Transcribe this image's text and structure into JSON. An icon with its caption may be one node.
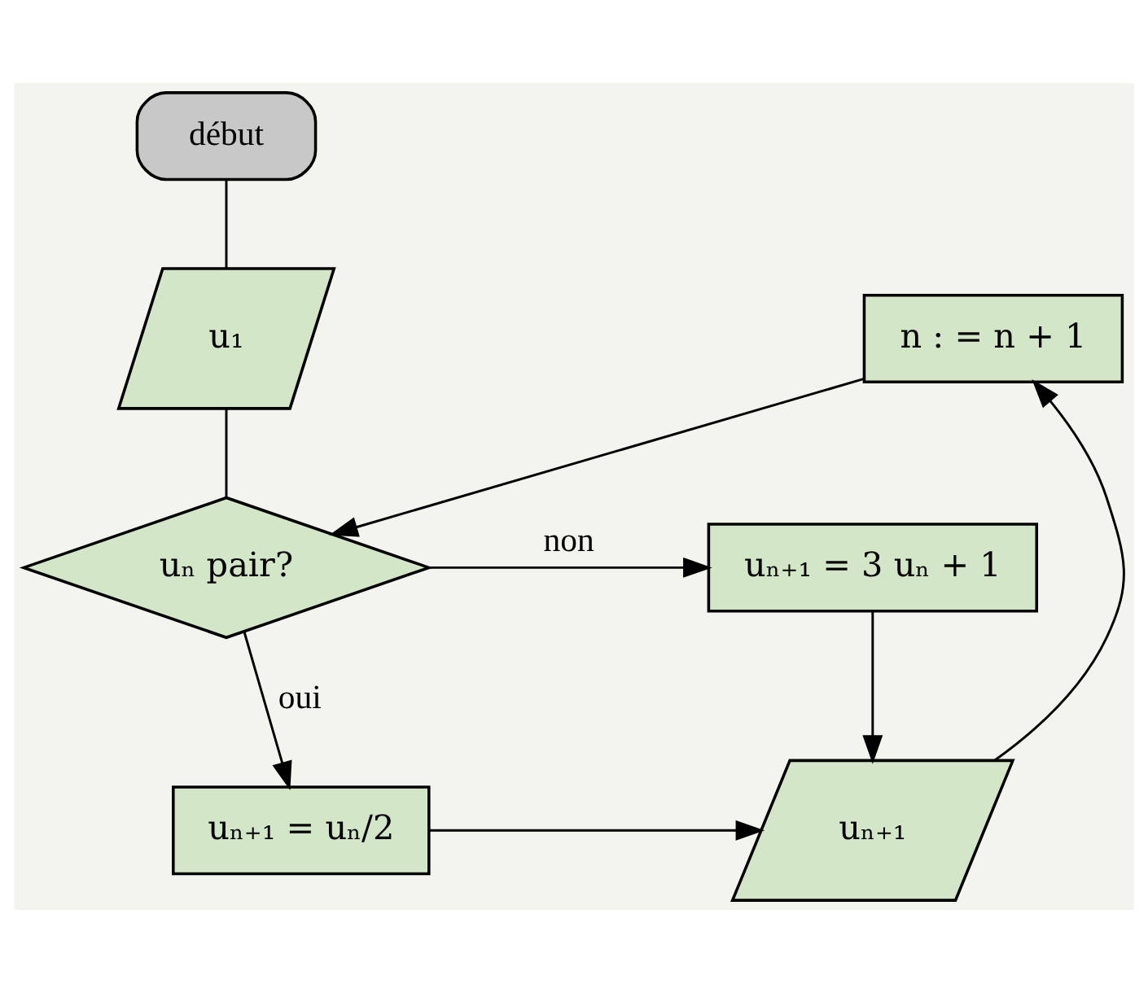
{
  "diagram": {
    "nodes": [
      {
        "text": [
          "début"
        ]
      },
      {
        "text": [
          "u₁"
        ]
      },
      {
        "text": [
          "n : = n + 1"
        ]
      },
      {
        "text": [
          "uₙ pair?"
        ]
      },
      {
        "text": [
          "uₙ₊₁ = 3 uₙ + 1"
        ]
      },
      {
        "text": [
          "uₙ₊₁ = uₙ/2"
        ]
      },
      {
        "text": [
          "uₙ₊₁"
        ]
      }
    ],
    "edges": [
      {
        "from": 0,
        "to": 1,
        "arrow": "none"
      },
      {
        "from": 1,
        "to": 3,
        "arrow": "none"
      },
      {
        "from": 2,
        "to": 3,
        "arrow": "to"
      },
      {
        "from": 3,
        "to": 4,
        "arrow": "to",
        "label": "non"
      },
      {
        "from": 3,
        "to": 5,
        "arrow": "to",
        "label": "oui"
      },
      {
        "from": 4,
        "to": 6,
        "arrow": "to"
      },
      {
        "from": 5,
        "to": 6,
        "arrow": "to"
      },
      {
        "from": 6,
        "to": 2,
        "arrow": "to"
      }
    ]
  }
}
